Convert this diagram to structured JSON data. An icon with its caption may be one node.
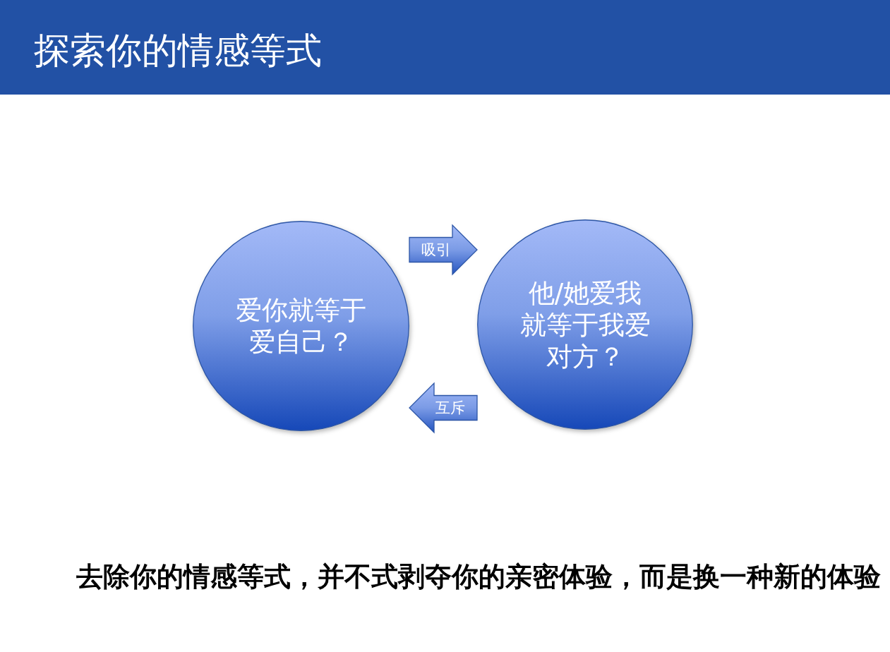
{
  "diagram": {
    "title": "探索你的情感等式",
    "nodes": [
      {
        "text": [
          "爱你就等于爱自己？"
        ]
      },
      {
        "text": [
          "他/她爱我就等于我爱对方？"
        ]
      }
    ],
    "edges": [
      {
        "from": 0,
        "to": 1,
        "arrow": "to",
        "label": "吸引"
      },
      {
        "from": 1,
        "to": 0,
        "arrow": "to",
        "label": "互斥"
      }
    ],
    "caption": "去除你的情感等式，并不式剥夺你的亲密体验，而是换一种新的体验"
  }
}
